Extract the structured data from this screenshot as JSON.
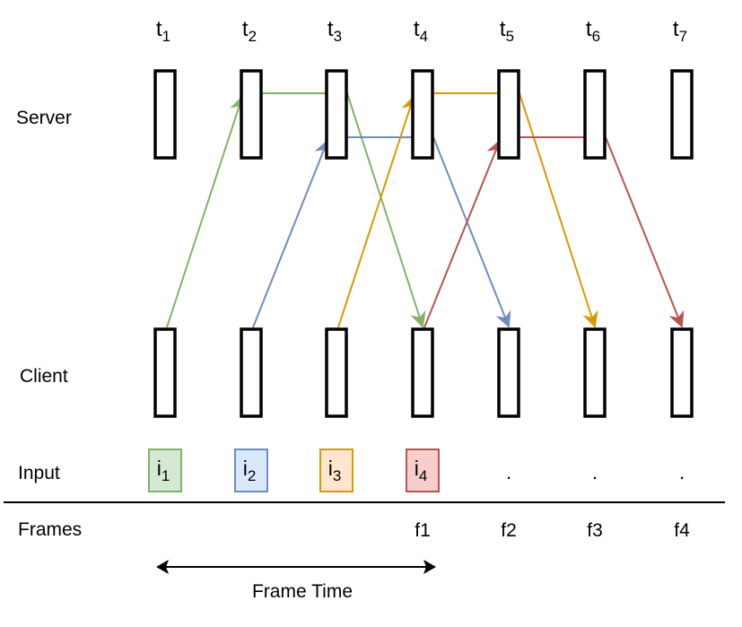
{
  "rows": {
    "server": "Server",
    "client": "Client",
    "input": "Input",
    "frames": "Frames"
  },
  "ticks": [
    {
      "base": "t",
      "sub": "1"
    },
    {
      "base": "t",
      "sub": "2"
    },
    {
      "base": "t",
      "sub": "3"
    },
    {
      "base": "t",
      "sub": "4"
    },
    {
      "base": "t",
      "sub": "5"
    },
    {
      "base": "t",
      "sub": "6"
    },
    {
      "base": "t",
      "sub": "7"
    }
  ],
  "inputs": [
    {
      "base": "i",
      "sub": "1",
      "fill": "#d5e8d4",
      "stroke": "#82b366",
      "slot": 0
    },
    {
      "base": "i",
      "sub": "2",
      "fill": "#dae8fc",
      "stroke": "#6c8ebf",
      "slot": 1
    },
    {
      "base": "i",
      "sub": "3",
      "fill": "#ffe6cc",
      "stroke": "#d79b00",
      "slot": 2
    },
    {
      "base": "i",
      "sub": "4",
      "fill": "#f8cecc",
      "stroke": "#b85450",
      "slot": 3
    }
  ],
  "input_placeholders": [
    {
      "text": ".",
      "slot": 4
    },
    {
      "text": ".",
      "slot": 5
    },
    {
      "text": ".",
      "slot": 6
    }
  ],
  "frames": [
    {
      "text": "f1",
      "slot": 3
    },
    {
      "text": "f2",
      "slot": 4
    },
    {
      "text": "f3",
      "slot": 5
    },
    {
      "text": "f4",
      "slot": 6
    }
  ],
  "flows": [
    {
      "color": "#82b366",
      "from": 0,
      "server_in": 1,
      "server_out": 2,
      "to": 3
    },
    {
      "color": "#6c8ebf",
      "from": 1,
      "server_in": 2,
      "server_out": 3,
      "to": 4
    },
    {
      "color": "#d79b00",
      "from": 2,
      "server_in": 3,
      "server_out": 4,
      "to": 5
    },
    {
      "color": "#b85450",
      "from": 3,
      "server_in": 4,
      "server_out": 5,
      "to": 6
    }
  ],
  "frame_time_label": "Frame Time"
}
